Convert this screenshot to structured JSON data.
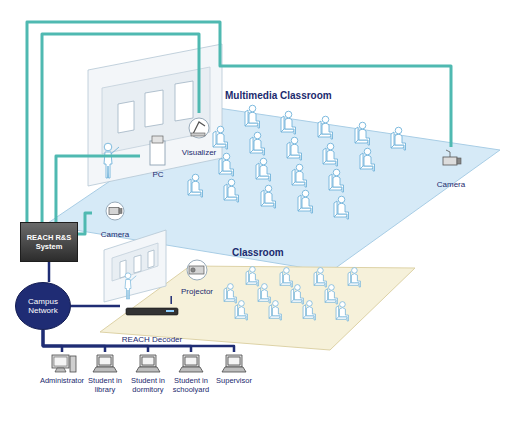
{
  "diagram": {
    "nodes": [
      {
        "text": [
          "Multimedia Classroom"
        ]
      },
      {
        "text": [
          "Visualizer"
        ],
        "in": 0
      },
      {
        "text": [
          "PC"
        ],
        "in": 0
      },
      {
        "text": [
          "Camera"
        ],
        "in": 0
      },
      {
        "text": [
          "Camera"
        ],
        "in": 0
      },
      {
        "text": [
          "REACH R&S System"
        ]
      },
      {
        "text": [
          "Classroom"
        ]
      },
      {
        "text": [
          "Projector"
        ],
        "in": 6
      },
      {
        "text": [
          "REACH Decoder"
        ],
        "in": 6
      },
      {
        "text": [
          "Campus Network"
        ]
      },
      {
        "text": [
          "Administrator"
        ]
      },
      {
        "text": [
          "Student in library"
        ]
      },
      {
        "text": [
          "Student in dormitory"
        ]
      },
      {
        "text": [
          "Student in schoolyard"
        ]
      },
      {
        "text": [
          "Supervisor"
        ]
      }
    ],
    "edges": [
      {
        "from": 5,
        "to": 4,
        "arrow": "none"
      },
      {
        "from": 5,
        "to": 1,
        "arrow": "none"
      },
      {
        "from": 5,
        "to": 2,
        "arrow": "none"
      },
      {
        "from": 5,
        "to": 3,
        "arrow": "none"
      },
      {
        "from": 5,
        "to": 9,
        "arrow": "none"
      },
      {
        "from": 9,
        "to": 8,
        "arrow": "none"
      },
      {
        "from": 8,
        "to": 7,
        "arrow": "none"
      },
      {
        "from": 9,
        "to": 10,
        "arrow": "none"
      },
      {
        "from": 9,
        "to": 11,
        "arrow": "none"
      },
      {
        "from": 9,
        "to": 12,
        "arrow": "none"
      },
      {
        "from": 9,
        "to": 13,
        "arrow": "none"
      },
      {
        "from": 9,
        "to": 14,
        "arrow": "none"
      }
    ]
  }
}
